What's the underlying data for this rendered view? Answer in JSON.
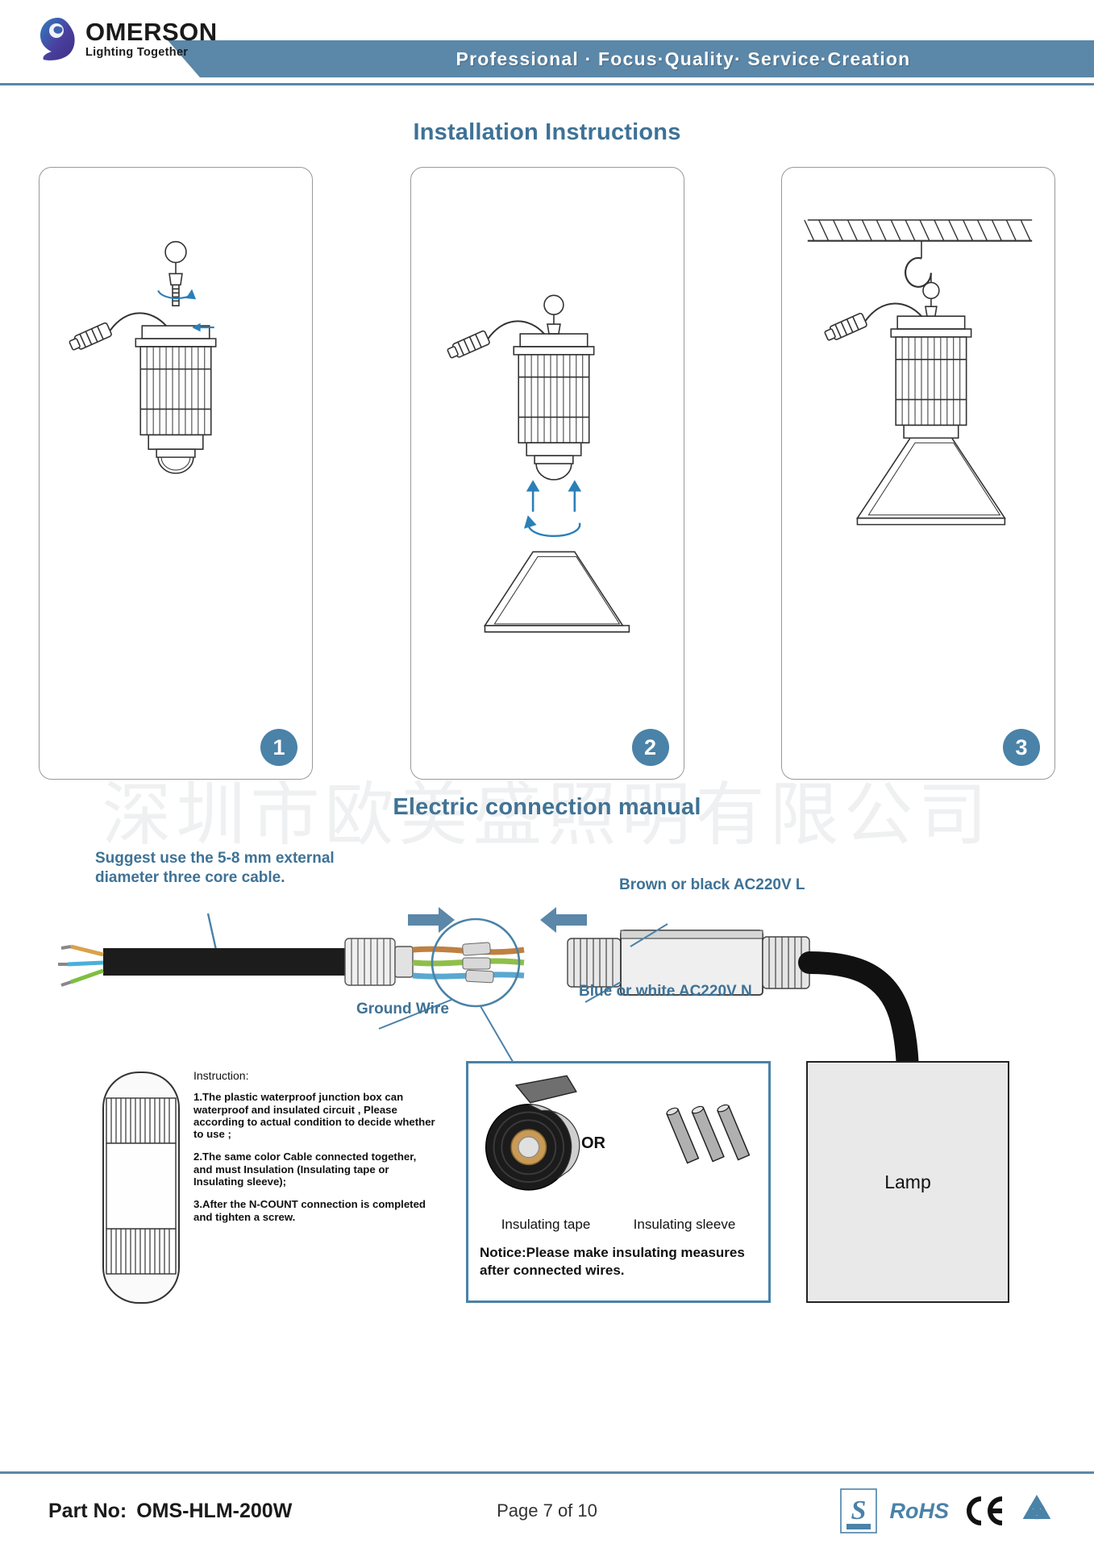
{
  "header": {
    "logo_name": "OMERSON",
    "logo_tagline": "Lighting Together",
    "banner_text": "Professional · Focus·Quality· Service·Creation",
    "logo_icon": "omerson-droplet-logo"
  },
  "sections": {
    "install_title": "Installation Instructions",
    "electric_title": "Electric connection manual"
  },
  "panels": [
    {
      "number": "1",
      "art": "highbay-lamp-hook-rotate"
    },
    {
      "number": "2",
      "art": "highbay-lamp-reflector-attach"
    },
    {
      "number": "3",
      "art": "highbay-lamp-ceiling-mounted"
    }
  ],
  "watermark": "深圳市欧美盛照明有限公司",
  "electric": {
    "suggest_label": "Suggest  use the 5-8 mm external diameter three core cable.",
    "brown_label": "Brown or black AC220V  L",
    "blue_label": "Blue or white  AC220V  N",
    "ground_label": "Ground Wire",
    "lamp_label": "Lamp"
  },
  "instruction": {
    "heading": "Instruction:",
    "items": [
      "1.The plastic waterproof junction box can waterproof and insulated circuit , Please according to actual condition to decide whether to use ;",
      "2.The same color Cable connected together, and must Insulation (Insulating tape or Insulating sleeve);",
      "3.After the N-COUNT connection is completed and tighten a screw."
    ]
  },
  "tape_box": {
    "or_text": "OR",
    "tape_label": "Insulating tape",
    "sleeve_label": "Insulating sleeve",
    "notice": "Notice:Please make insulating measures after connected wires."
  },
  "footer": {
    "part_no_label": "Part No:",
    "part_no_value": "OMS-HLM-200W",
    "page": "Page 7 of 10",
    "certs": [
      {
        "name": "cqc-icon",
        "text": "S"
      },
      {
        "name": "rohs-icon",
        "text": "RoHS"
      },
      {
        "name": "ce-icon",
        "text": "CE"
      },
      {
        "name": "recycle-icon",
        "text": ""
      }
    ]
  },
  "colors": {
    "accent": "#4a82a8",
    "banner": "#5b87a8",
    "title": "#3e7296"
  }
}
